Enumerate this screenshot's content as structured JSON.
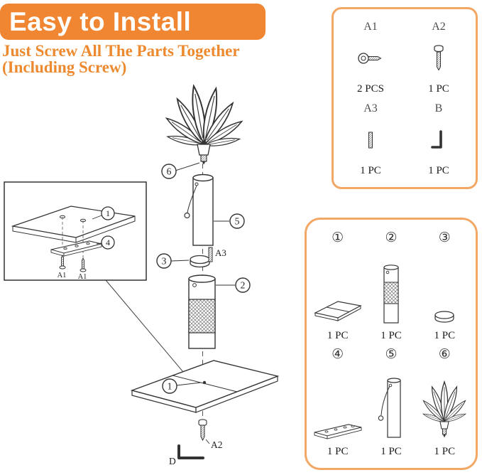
{
  "colors": {
    "accent_orange": "#F08532",
    "subtitle_orange": "#ED8A2F",
    "box_border_orange": "#F2A765",
    "banner_text": "#FFFFFF",
    "line_color": "#333333"
  },
  "header": {
    "title": "Easy to Install",
    "subtitle_line1": "Just Screw All The Parts Together",
    "subtitle_line2": "(Including Screw)"
  },
  "hardware_box": {
    "items": [
      {
        "label": "A1",
        "qty": "2 PCS",
        "icon": "short-screw-icon"
      },
      {
        "label": "A2",
        "qty": "1 PC",
        "icon": "long-bolt-icon"
      },
      {
        "label": "A3",
        "qty": "1 PC",
        "icon": "threaded-stud-icon"
      },
      {
        "label": "B",
        "qty": "1 PC",
        "icon": "allen-key-icon"
      }
    ]
  },
  "parts_box": {
    "items": [
      {
        "number": "①",
        "qty": "1 PC",
        "icon": "base-board-icon"
      },
      {
        "number": "②",
        "qty": "1 PC",
        "icon": "scratch-post-icon"
      },
      {
        "number": "③",
        "qty": "1 PC",
        "icon": "round-cap-icon"
      },
      {
        "number": "④",
        "qty": "1 PC",
        "icon": "mounting-plate-icon"
      },
      {
        "number": "⑤",
        "qty": "1 PC",
        "icon": "top-pole-icon"
      },
      {
        "number": "⑥",
        "qty": "1 PC",
        "icon": "plant-topper-icon"
      }
    ]
  },
  "diagram": {
    "callouts": {
      "plant": "6",
      "top_pole": "5",
      "cap": "3",
      "scratch_post": "2",
      "base_board": "1"
    },
    "labels": {
      "stud": "A3",
      "bottom_screw": "A2",
      "allen_key": "D"
    },
    "inset": {
      "board_callout": "1",
      "plate_callout": "4",
      "screw_label_left": "A1",
      "screw_label_right": "A1"
    }
  }
}
